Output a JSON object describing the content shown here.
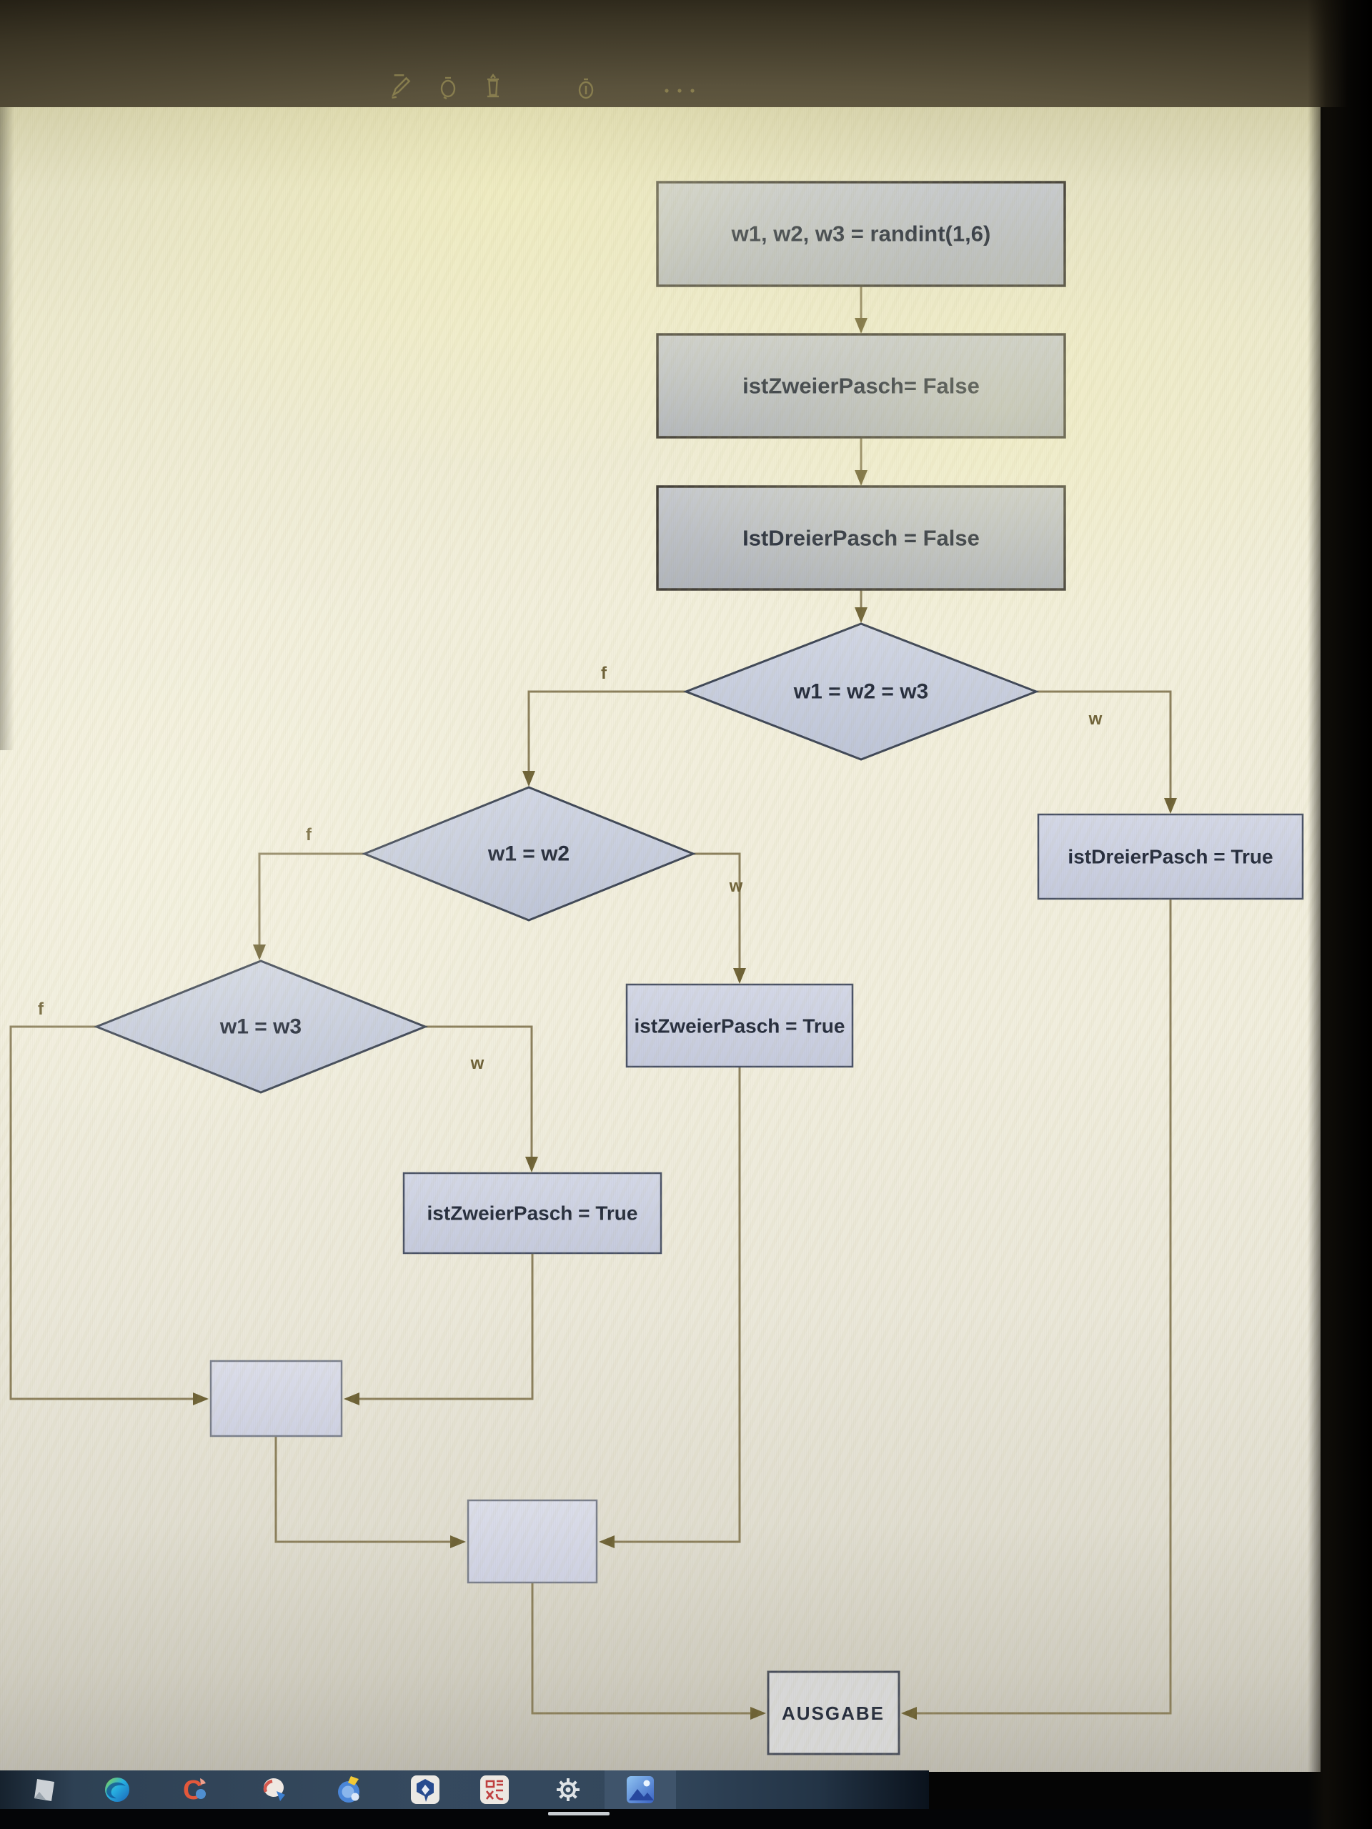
{
  "toolbar": {
    "icons": [
      "draw",
      "rotate",
      "delete",
      "info",
      "more-options"
    ]
  },
  "flowchart": {
    "nodes": {
      "start": "w1, w2, w3 = randint(1,6)",
      "init_zweier": "istZweierPasch= False",
      "init_dreier": "IstDreierPasch = False",
      "decision_all_equal": "w1 = w2 = w3",
      "set_dreier_true": "istDreierPasch = True",
      "decision_w1_w2": "w1 = w2",
      "set_zweier_true_right": "istZweierPasch = True",
      "decision_w1_w3": "w1 = w3",
      "set_zweier_true_left": "istZweierPasch = True",
      "join_box_upper": "",
      "join_box_lower": "",
      "output": "AUSGABE"
    },
    "edge_labels": {
      "all_equal_false": "f",
      "all_equal_true": "w",
      "w1_w2_false": "f",
      "w1_w2_true": "w",
      "w1_w3_false": "f",
      "w1_w3_true": "w"
    },
    "colors": {
      "connector": "#8b7f5c",
      "arrowhead": "#6e6236",
      "process_fill": "#bdc1c7",
      "decision_fill": "#c9cfe0",
      "assign_fill": "#cdd1e3",
      "join_fill": "#d6d9e7",
      "output_fill": "#d8d8d8",
      "node_text": "#272e3e"
    }
  },
  "taskbar": {
    "icons": [
      "file-explorer",
      "edge-browser",
      "ccleaner",
      "paint",
      "game",
      "hexagon-app",
      "red-glyph-app",
      "settings",
      "photos"
    ],
    "active_icon": "photos"
  }
}
